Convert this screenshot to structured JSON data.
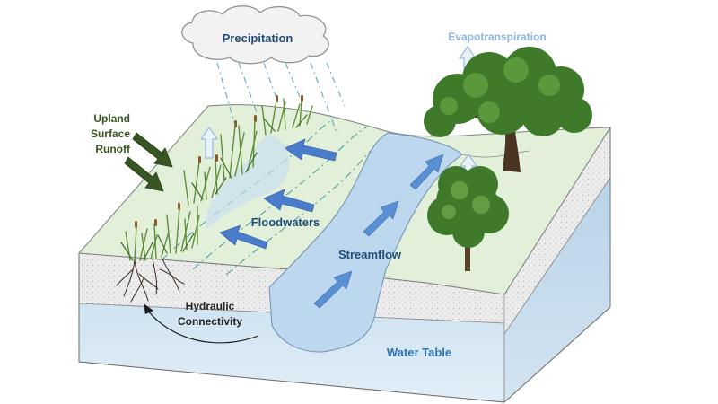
{
  "labels": {
    "precipitation": "Precipitation",
    "evapotranspiration": "Evapotranspiration",
    "upland_line1": "Upland",
    "upland_line2": "Surface",
    "upland_line3": "Runoff",
    "floodwaters": "Floodwaters",
    "streamflow": "Streamflow",
    "hydraulic_line1": "Hydraulic",
    "hydraulic_line2": "Connectivity",
    "water_table": "Water Table"
  },
  "colors": {
    "floodplain": "#e2f0d9",
    "stream": "#bdd7ee",
    "groundwater": "#d6e8f3",
    "soil": "#ededed",
    "flow_arrow": "#4472c4",
    "upland_arrow": "#375623",
    "upland_text": "#375623",
    "label_blue": "#1f4e79",
    "evap_text": "#8eb4e3",
    "tree_green": "#3f7a2a"
  },
  "icons": {
    "cloud": "cloud-icon",
    "tree": "tree-icon",
    "reeds": "wetland-vegetation-icon",
    "roots": "roots-icon"
  }
}
